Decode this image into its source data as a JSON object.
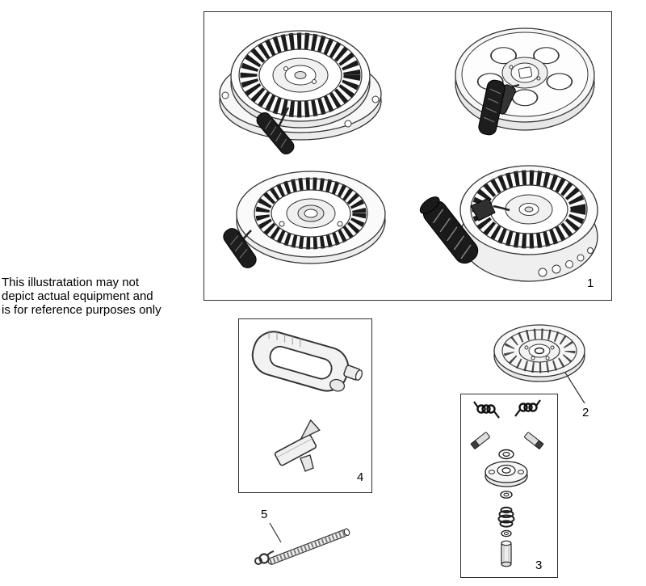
{
  "disclaimer": {
    "line1": "This illustratation may not",
    "line2": "depict actual equipment and",
    "line3": "is for reference purposes only"
  },
  "labels": {
    "part1": "1",
    "part2": "2",
    "part3": "3",
    "part4": "4",
    "part5": "5"
  },
  "colors": {
    "background": "#ffffff",
    "line_art": "#333333",
    "dark_parts": "#1c1c1c",
    "box_border": "#2f2f2f",
    "text": "#000000"
  }
}
